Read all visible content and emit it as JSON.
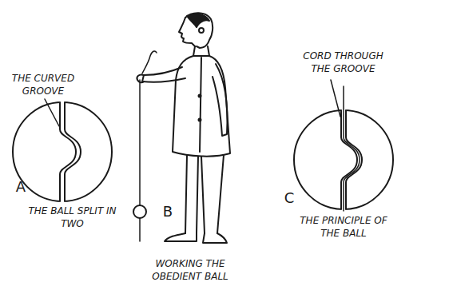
{
  "diagram": {
    "labels": [
      "THE CURVED GROOVE",
      "A",
      "THE BALL SPLIT IN TWO",
      "B",
      "WORKING THE OBEDIENT BALL",
      "CORD THROUGH THE GROOVE",
      "C",
      "THE PRINCIPLE OF THE BALL"
    ]
  }
}
